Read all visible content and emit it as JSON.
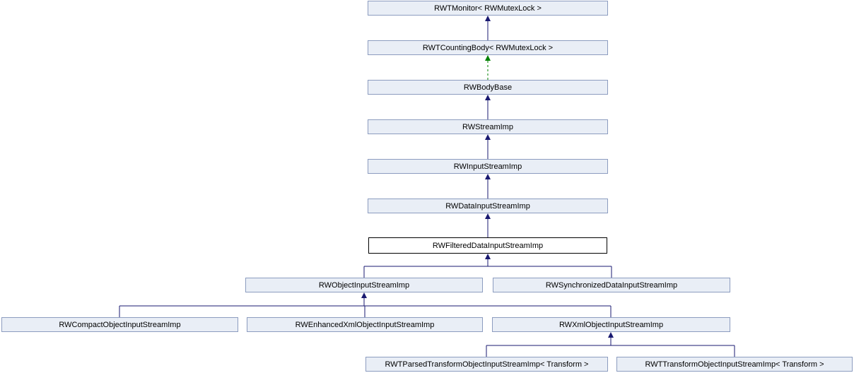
{
  "diagram": {
    "kind": "class-inheritance-graph",
    "colors": {
      "node_fill": "#E9EEF6",
      "node_border": "#8C9CBF",
      "selected_node_fill": "#FFFFFF",
      "selected_node_border": "#000000",
      "edge_public_inheritance": "#191970",
      "edge_protected_inheritance": "#008000",
      "text": "#000000",
      "background": "#FFFFFF"
    },
    "nodes": [
      {
        "label": "RWTMonitor< RWMutexLock >",
        "selected": false
      },
      {
        "label": "RWTCountingBody< RWMutexLock >",
        "selected": false
      },
      {
        "label": "RWBodyBase",
        "selected": false
      },
      {
        "label": "RWStreamImp",
        "selected": false
      },
      {
        "label": "RWInputStreamImp",
        "selected": false
      },
      {
        "label": "RWDataInputStreamImp",
        "selected": false
      },
      {
        "label": "RWFilteredDataInputStreamImp",
        "selected": true
      },
      {
        "label": "RWObjectInputStreamImp",
        "selected": false
      },
      {
        "label": "RWSynchronizedDataInputStreamImp",
        "selected": false
      },
      {
        "label": "RWCompactObjectInputStreamImp",
        "selected": false
      },
      {
        "label": "RWEnhancedXmlObjectInputStreamImp",
        "selected": false
      },
      {
        "label": "RWXmlObjectInputStreamImp",
        "selected": false
      },
      {
        "label": "RWTParsedTransformObjectInputStreamImp< Transform >",
        "selected": false
      },
      {
        "label": "RWTTransformObjectInputStreamImp< Transform >",
        "selected": false
      }
    ],
    "edges": [
      {
        "child": "RWTCountingBody< RWMutexLock >",
        "parent": "RWTMonitor< RWMutexLock >",
        "inheritance": "public"
      },
      {
        "child": "RWBodyBase",
        "parent": "RWTCountingBody< RWMutexLock >",
        "inheritance": "protected"
      },
      {
        "child": "RWStreamImp",
        "parent": "RWBodyBase",
        "inheritance": "public"
      },
      {
        "child": "RWInputStreamImp",
        "parent": "RWStreamImp",
        "inheritance": "public"
      },
      {
        "child": "RWDataInputStreamImp",
        "parent": "RWInputStreamImp",
        "inheritance": "public"
      },
      {
        "child": "RWFilteredDataInputStreamImp",
        "parent": "RWDataInputStreamImp",
        "inheritance": "public"
      },
      {
        "child": "RWObjectInputStreamImp",
        "parent": "RWFilteredDataInputStreamImp",
        "inheritance": "public"
      },
      {
        "child": "RWSynchronizedDataInputStreamImp",
        "parent": "RWFilteredDataInputStreamImp",
        "inheritance": "public"
      },
      {
        "child": "RWCompactObjectInputStreamImp",
        "parent": "RWObjectInputStreamImp",
        "inheritance": "public"
      },
      {
        "child": "RWEnhancedXmlObjectInputStreamImp",
        "parent": "RWObjectInputStreamImp",
        "inheritance": "public"
      },
      {
        "child": "RWXmlObjectInputStreamImp",
        "parent": "RWObjectInputStreamImp",
        "inheritance": "public"
      },
      {
        "child": "RWTParsedTransformObjectInputStreamImp< Transform >",
        "parent": "RWXmlObjectInputStreamImp",
        "inheritance": "public"
      },
      {
        "child": "RWTTransformObjectInputStreamImp< Transform >",
        "parent": "RWXmlObjectInputStreamImp",
        "inheritance": "public"
      }
    ]
  }
}
